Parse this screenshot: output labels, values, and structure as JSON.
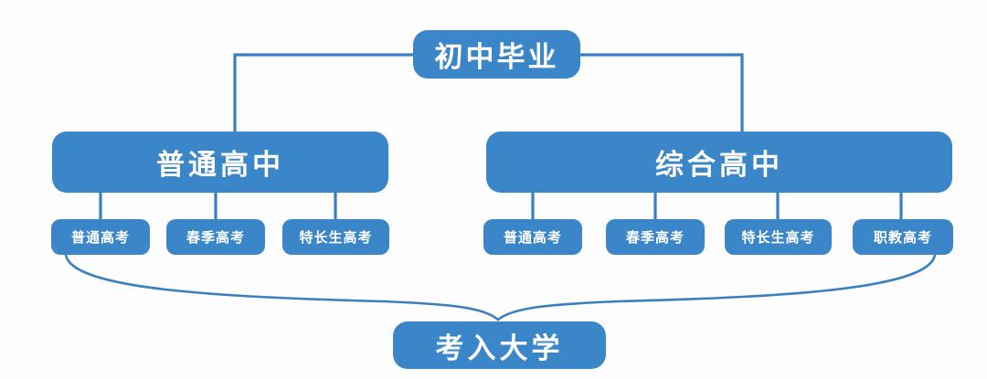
{
  "diagram": {
    "title_node": {
      "label": "初中毕业"
    },
    "branches": [
      {
        "name": "general-high-school",
        "label": "普通高中",
        "exams": [
          {
            "label": "普通高考"
          },
          {
            "label": "春季高考"
          },
          {
            "label": "特长生高考"
          }
        ]
      },
      {
        "name": "comprehensive-high-school",
        "label": "综合高中",
        "exams": [
          {
            "label": "普通高考"
          },
          {
            "label": "春季高考"
          },
          {
            "label": "特长生高考"
          },
          {
            "label": "职教高考"
          }
        ]
      }
    ],
    "goal_node": {
      "label": "考入大学"
    },
    "colors": {
      "node_fill": "#3a86c8",
      "connector": "#3a7fbf",
      "text": "#ffffff",
      "background": "#fdfdfd"
    }
  }
}
